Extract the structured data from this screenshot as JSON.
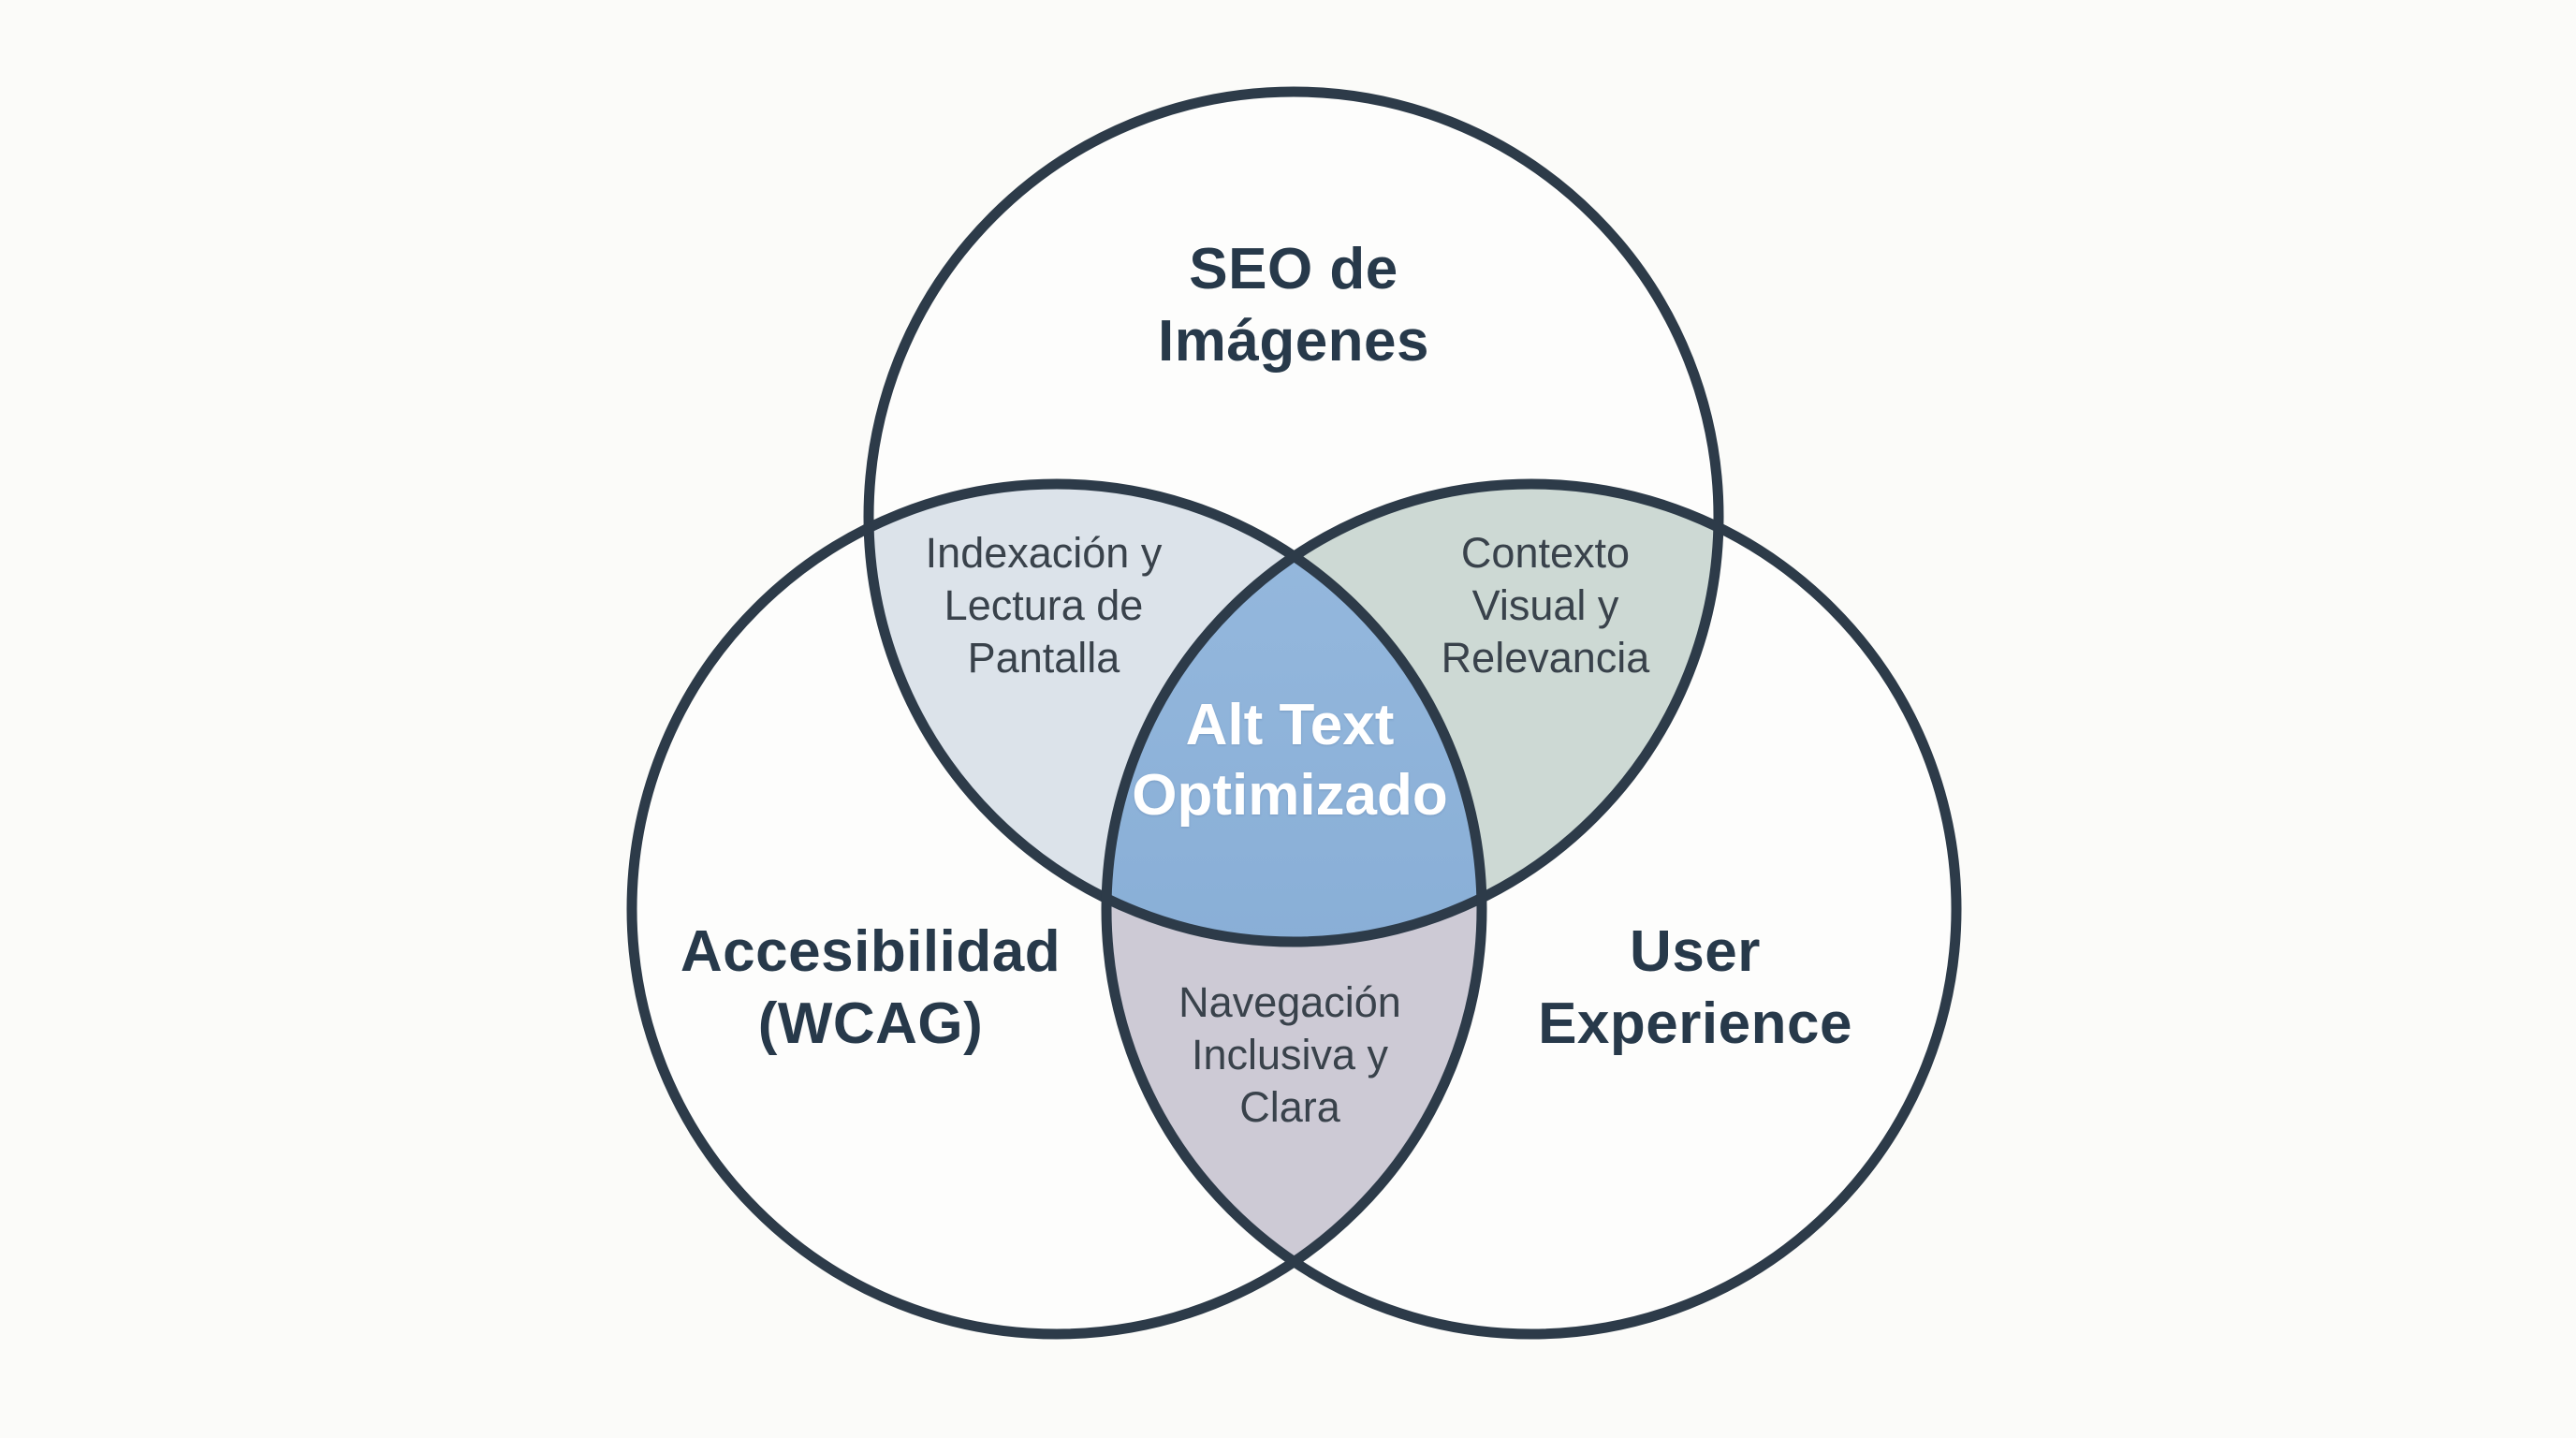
{
  "diagram": {
    "type": "venn",
    "circles": [
      {
        "id": "seo",
        "label": "SEO de\nImágenes"
      },
      {
        "id": "accesibilidad",
        "label": "Accesibilidad\n(WCAG)"
      },
      {
        "id": "ux",
        "label": "User\nExperience"
      }
    ],
    "intersections": [
      {
        "id": "seo-accesibilidad",
        "between": [
          "SEO de Imágenes",
          "Accesibilidad (WCAG)"
        ],
        "label": "Indexación y\nLectura de\nPantalla"
      },
      {
        "id": "seo-ux",
        "between": [
          "SEO de Imágenes",
          "User Experience"
        ],
        "label": "Contexto\nVisual y\nRelevancia"
      },
      {
        "id": "accesibilidad-ux",
        "between": [
          "Accesibilidad (WCAG)",
          "User Experience"
        ],
        "label": "Navegación\nInclusiva y\nClara"
      },
      {
        "id": "center",
        "between": [
          "SEO de Imágenes",
          "Accesibilidad (WCAG)",
          "User Experience"
        ],
        "label": "Alt Text\nOptimizado"
      }
    ]
  },
  "colors": {
    "background": "#fbfbf9",
    "circle_fill": "#fdfdfc",
    "outline": "#2d3b49",
    "petal_seo_accesibilidad": "#dce3ea",
    "petal_seo_ux": "#cdd9d4",
    "petal_accesibilidad_ux": "#cdcad5",
    "center_gradient_top": "#96b9de",
    "center_gradient_bottom": "#7ea6d0",
    "circle_label_text": "#27394a",
    "intersection_label_text": "#39424b",
    "center_label_text": "#ffffff"
  }
}
